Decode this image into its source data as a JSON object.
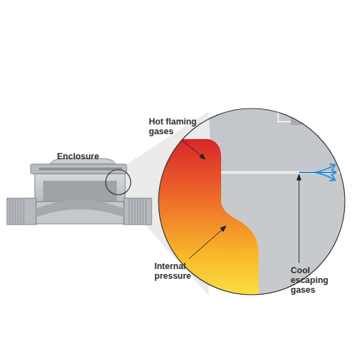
{
  "diagram": {
    "labels": [
      "Enclosure",
      "Hot flaming gases",
      "Internal pressure",
      "Cool escaping gases"
    ]
  }
}
